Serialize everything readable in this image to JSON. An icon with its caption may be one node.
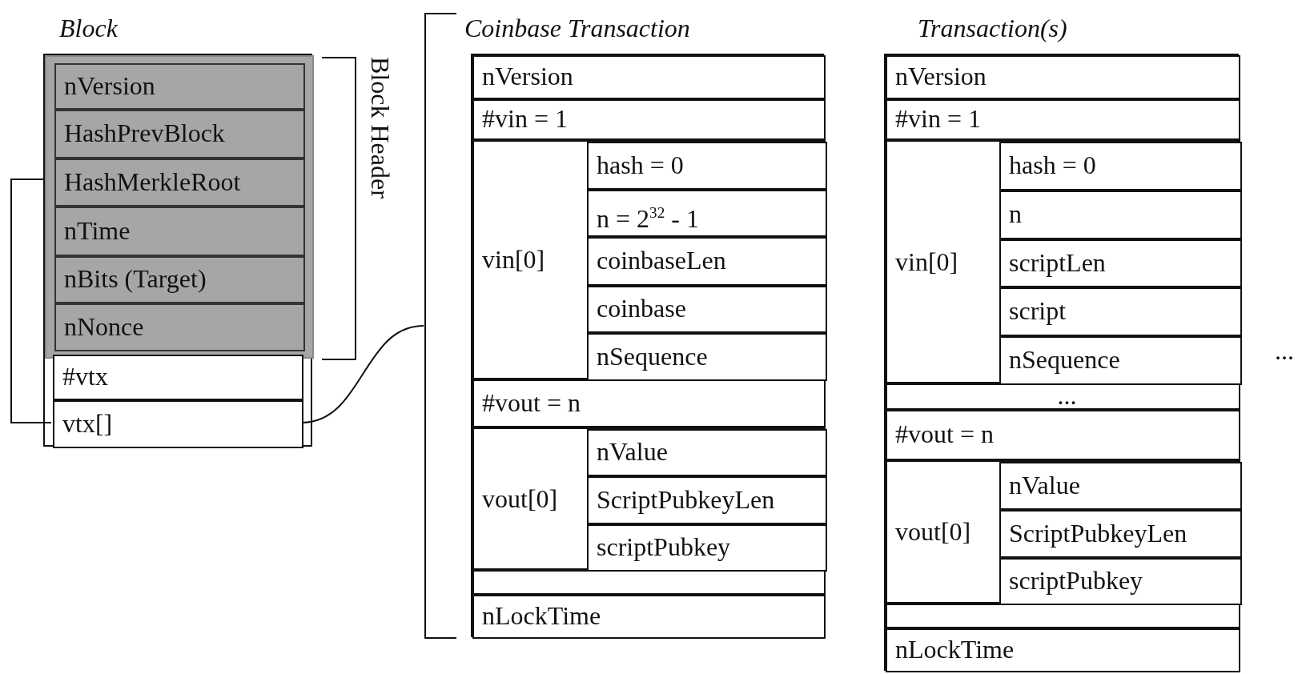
{
  "diagram": {
    "nodes": [
      {
        "text": [
          "Block"
        ]
      },
      {
        "text": [],
        "shape": "box",
        "in": 0,
        "beside": [
          "Block Header"
        ]
      },
      {
        "text": [
          "nVersion"
        ],
        "in": 1
      },
      {
        "text": [
          "HashPrevBlock"
        ],
        "in": 1
      },
      {
        "text": [
          "HashMerkleRoot"
        ],
        "in": 1
      },
      {
        "text": [
          "nTime"
        ],
        "in": 1
      },
      {
        "text": [
          "nBits (Target)"
        ],
        "in": 1
      },
      {
        "text": [
          "nNonce"
        ],
        "in": 1
      },
      {
        "text": [
          "#vtx"
        ],
        "in": 0
      },
      {
        "text": [
          "vtx[]"
        ],
        "in": 0
      },
      {
        "text": [],
        "shape": "bracket"
      },
      {
        "text": [
          "Coinbase Transaction"
        ]
      },
      {
        "text": [
          "nVersion"
        ],
        "in": 11
      },
      {
        "text": [
          "#vin = 1"
        ],
        "in": 11
      },
      {
        "text": [
          "vin[0]"
        ],
        "in": 11
      },
      {
        "text": [
          "hash = 0"
        ],
        "in": 14
      },
      {
        "text": [
          "n = 2$^{32}$ - 1"
        ],
        "in": 14
      },
      {
        "text": [
          "coinbaseLen"
        ],
        "in": 14
      },
      {
        "text": [
          "coinbase"
        ],
        "in": 14
      },
      {
        "text": [
          "nSequence"
        ],
        "in": 14
      },
      {
        "text": [
          "#vout = n"
        ],
        "in": 11
      },
      {
        "text": [
          "vout[0]"
        ],
        "in": 11
      },
      {
        "text": [
          "nValue"
        ],
        "in": 21
      },
      {
        "text": [
          "ScriptPubkeyLen"
        ],
        "in": 21
      },
      {
        "text": [
          "scriptPubkey"
        ],
        "in": 21
      },
      {
        "text": [],
        "shape": "box",
        "in": 11
      },
      {
        "text": [
          "nLockTime"
        ],
        "in": 11
      },
      {
        "text": [
          "Transaction(s)"
        ]
      },
      {
        "text": [
          "nVersion"
        ],
        "in": 27
      },
      {
        "text": [
          "#vin = 1"
        ],
        "in": 27
      },
      {
        "text": [
          "vin[0]"
        ],
        "in": 27
      },
      {
        "text": [
          "hash = 0"
        ],
        "in": 30
      },
      {
        "text": [
          "n"
        ],
        "in": 30
      },
      {
        "text": [
          "scriptLen"
        ],
        "in": 30
      },
      {
        "text": [
          "script"
        ],
        "in": 30
      },
      {
        "text": [
          "nSequence"
        ],
        "in": 30
      },
      {
        "text": [
          "..."
        ],
        "in": 27
      },
      {
        "text": [
          "#vout = n"
        ],
        "in": 27
      },
      {
        "text": [
          "vout[0]"
        ],
        "in": 27
      },
      {
        "text": [
          "nValue"
        ],
        "in": 38
      },
      {
        "text": [
          "ScriptPubkeyLen"
        ],
        "in": 38
      },
      {
        "text": [
          "scriptPubkey"
        ],
        "in": 38
      },
      {
        "text": [],
        "shape": "box",
        "in": 27
      },
      {
        "text": [
          "nLockTime"
        ],
        "in": 27
      }
    ],
    "edges": [
      {
        "from": 4,
        "to": 9,
        "arrow": "none"
      },
      {
        "from": 9,
        "to": 10,
        "arrow": "none"
      }
    ],
    "labels": [
      "..."
    ]
  }
}
